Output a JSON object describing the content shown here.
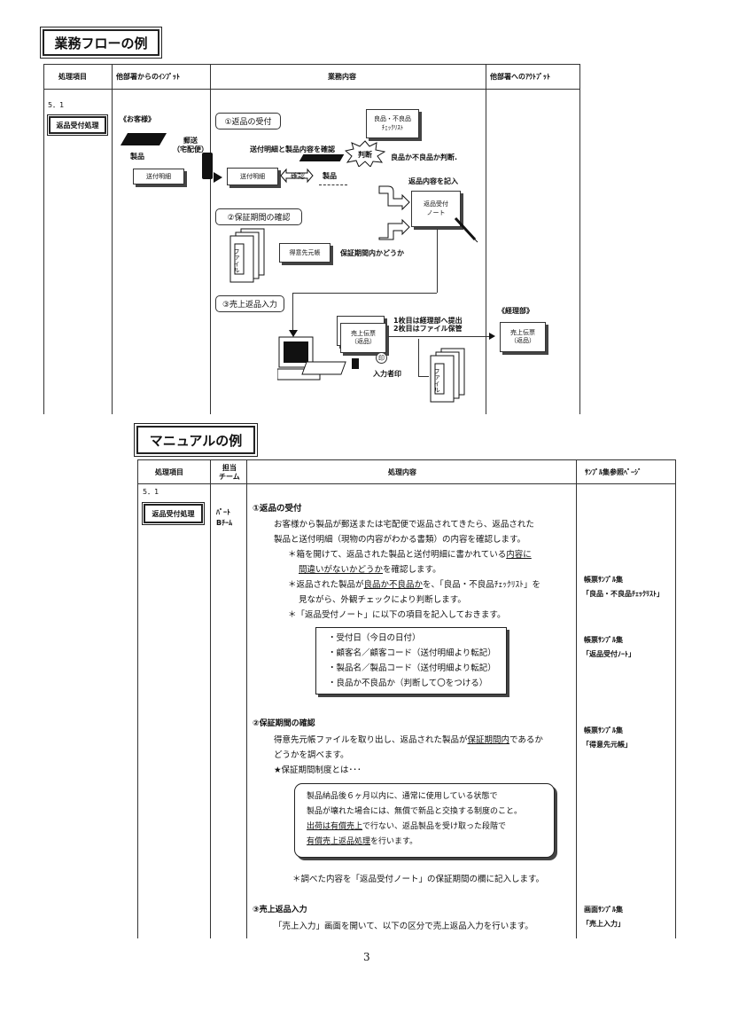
{
  "flow": {
    "title": "業務フローの例",
    "headers": [
      "処理項目",
      "他部署からのｲﾝﾌﾟｯﾄ",
      "業務内容",
      "他部署へのｱｳﾄﾌﾟｯﾄ"
    ],
    "section_no": "5．1",
    "item_label": "返品受付処理",
    "customer": "《お客様》",
    "shipping": "郵送\n（宅配便）",
    "product": "製品",
    "slip": "送付明細",
    "step1": "①返品の受付",
    "check_list": "良品・不良品\nﾁｪｯｸﾘｽﾄ",
    "confirm_note": "送付明細と製品内容を確認",
    "judge": "判断",
    "judge_note": "良品か不良品か判断.",
    "slip2": "送付明細",
    "kakunin": "確認",
    "product2": "製品",
    "write_note": "返品内容を記入",
    "return_note": "返品受付\nノート",
    "step2": "②保証期間の確認",
    "file_label": "ファイル",
    "customer_ledger": "得意先元帳",
    "warranty_note": "保証期間内かどうか",
    "step3": "③売上返品入力",
    "dispatch_note1": "1枚目は経理部へ提出",
    "dispatch_note2": "2枚目はファイル保管",
    "sales_slip": "売上伝票\n（返品）",
    "stamp": "印",
    "inputter": "入力者印",
    "accounting": "《経理部》",
    "sales_slip_out": "売上伝票\n（返品）"
  },
  "manual": {
    "title": "マニュアルの例",
    "headers": [
      "処理項目",
      "担当\nチーム",
      "処理内容",
      "ｻﾝﾌﾟﾙ集参照ﾍﾟｰｼﾞ"
    ],
    "section_no": "5．1",
    "item_label": "返品受付処理",
    "team": "ﾊﾟｰﾄ\nBﾁｰﾑ",
    "s1_title": "①返品の受付",
    "s1_l1": "お客様から製品が郵送または宅配便で返品されてきたら、返品された",
    "s1_l2": "製品と送付明細（現物の内容がわかる書類）の内容を確認します。",
    "s1_b1a": "＊箱を開けて、返品された製品と送付明細に書かれている",
    "s1_b1b": "内容に",
    "s1_b1c": "間違いがないかどうか",
    "s1_b1d": "を確認します。",
    "s1_b2a": "＊返品された製品が",
    "s1_b2b": "良品か不良品か",
    "s1_b2c": "を、「良品・不良品ﾁｪｯｸﾘｽﾄ」を",
    "s1_b2d": "見ながら、外観チェックにより判断します。",
    "s1_b3": "＊「返品受付ノート」に以下の項目を記入しておきます。",
    "list": [
      "・受付日（今日の日付）",
      "・顧客名／顧客コード（送付明細より転記）",
      "・製品名／製品コード（送付明細より転記）",
      "・良品か不良品か（判断して〇をつける）"
    ],
    "s2_title": "②保証期間の確認",
    "s2_l1a": "得意先元帳ファイルを取り出し、返品された製品が",
    "s2_l1b": "保証期間内",
    "s2_l1c": "であるか",
    "s2_l2": "どうかを調べます。",
    "s2_l3": "★保証期間制度とは･･･",
    "w1": "製品納品後６ヶ月以内に、通常に使用している状態で",
    "w2": "製品が壊れた場合には、無償で新品と交換する制度のこと。",
    "w3a": "出荷は有償売上",
    "w3b": "で行ない、返品製品を受け取った段階で",
    "w4a": "有償売上返品処理",
    "w4b": "を行います。",
    "s2_end": "＊調べた内容を「返品受付ノート」の保証期間の欄に記入します。",
    "s3_title": "③売上返品入力",
    "s3_l1": "「売上入力」画面を開いて、以下の区分で売上返品入力を行います。",
    "ref1a": "帳票ｻﾝﾌﾟﾙ集",
    "ref1b": "「良品・不良品ﾁｪｯｸﾘｽﾄ」",
    "ref2a": "帳票ｻﾝﾌﾟﾙ集",
    "ref2b": "「返品受付ﾉｰﾄ」",
    "ref3a": "帳票ｻﾝﾌﾟﾙ集",
    "ref3b": "「得意先元帳」",
    "ref4a": "画面ｻﾝﾌﾟﾙ集",
    "ref4b": "「売上入力」"
  },
  "page_number": "3"
}
